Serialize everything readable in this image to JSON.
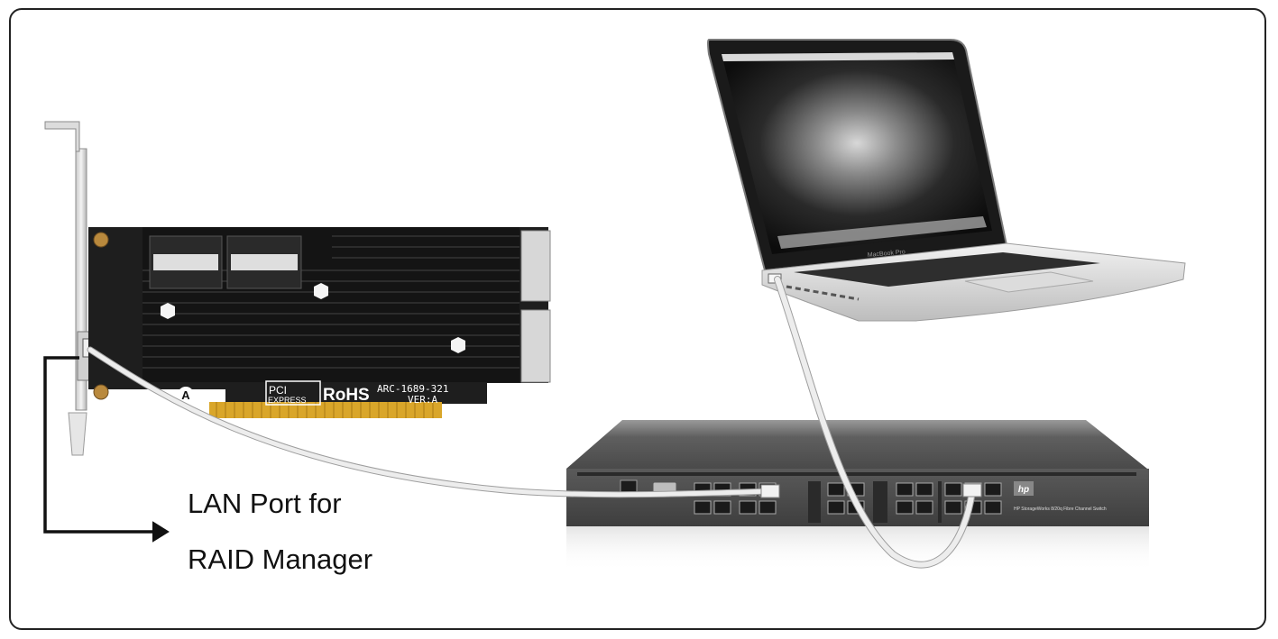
{
  "caption": {
    "line1": "LAN Port for",
    "line2": "RAID Manager"
  },
  "raid_card": {
    "pci_logo": "PCI",
    "pci_logo_sub": "EXPRESS",
    "rohs_label": "RoHS",
    "model": "ARC-1689-321",
    "version": "VER:A",
    "marker": "A"
  },
  "laptop": {
    "brand_label": "MacBook Pro"
  },
  "switch": {
    "logo": "hp",
    "product_label": "HP StorageWorks 8/20q Fibre Channel Switch"
  },
  "colors": {
    "frame": "#222222",
    "heatsink": "#141414",
    "pcb": "#1e1e1e",
    "gold_contacts": "#d9a62a",
    "cable": "#e9e9e9",
    "switch_body": "#6b6b6b",
    "arrow": "#111111"
  }
}
